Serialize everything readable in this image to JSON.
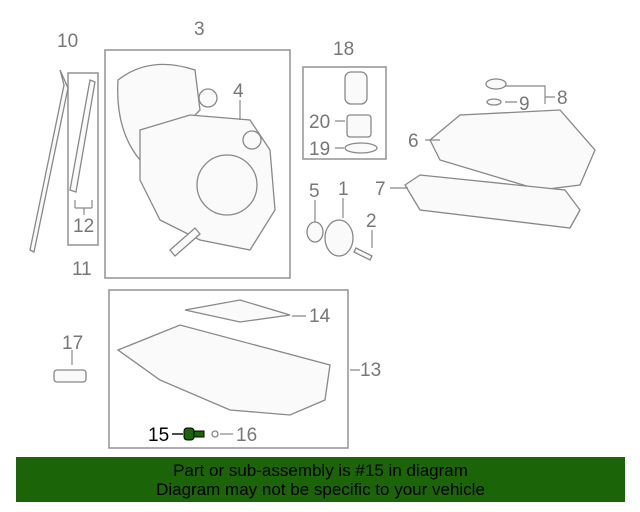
{
  "diagram": {
    "labels": {
      "p1": "1",
      "p2": "2",
      "p3": "3",
      "p4": "4",
      "p5": "5",
      "p6": "6",
      "p7": "7",
      "p8": "8",
      "p9": "9",
      "p10": "10",
      "p11": "11",
      "p12": "12",
      "p13": "13",
      "p14": "14",
      "p15": "15",
      "p16": "16",
      "p17": "17",
      "p18": "18",
      "p19": "19",
      "p20": "20"
    },
    "highlight_color": "#1b6408"
  },
  "banner": {
    "line1": "Part or sub-assembly is #15 in diagram",
    "line2": "Diagram may not be specific to your vehicle"
  }
}
